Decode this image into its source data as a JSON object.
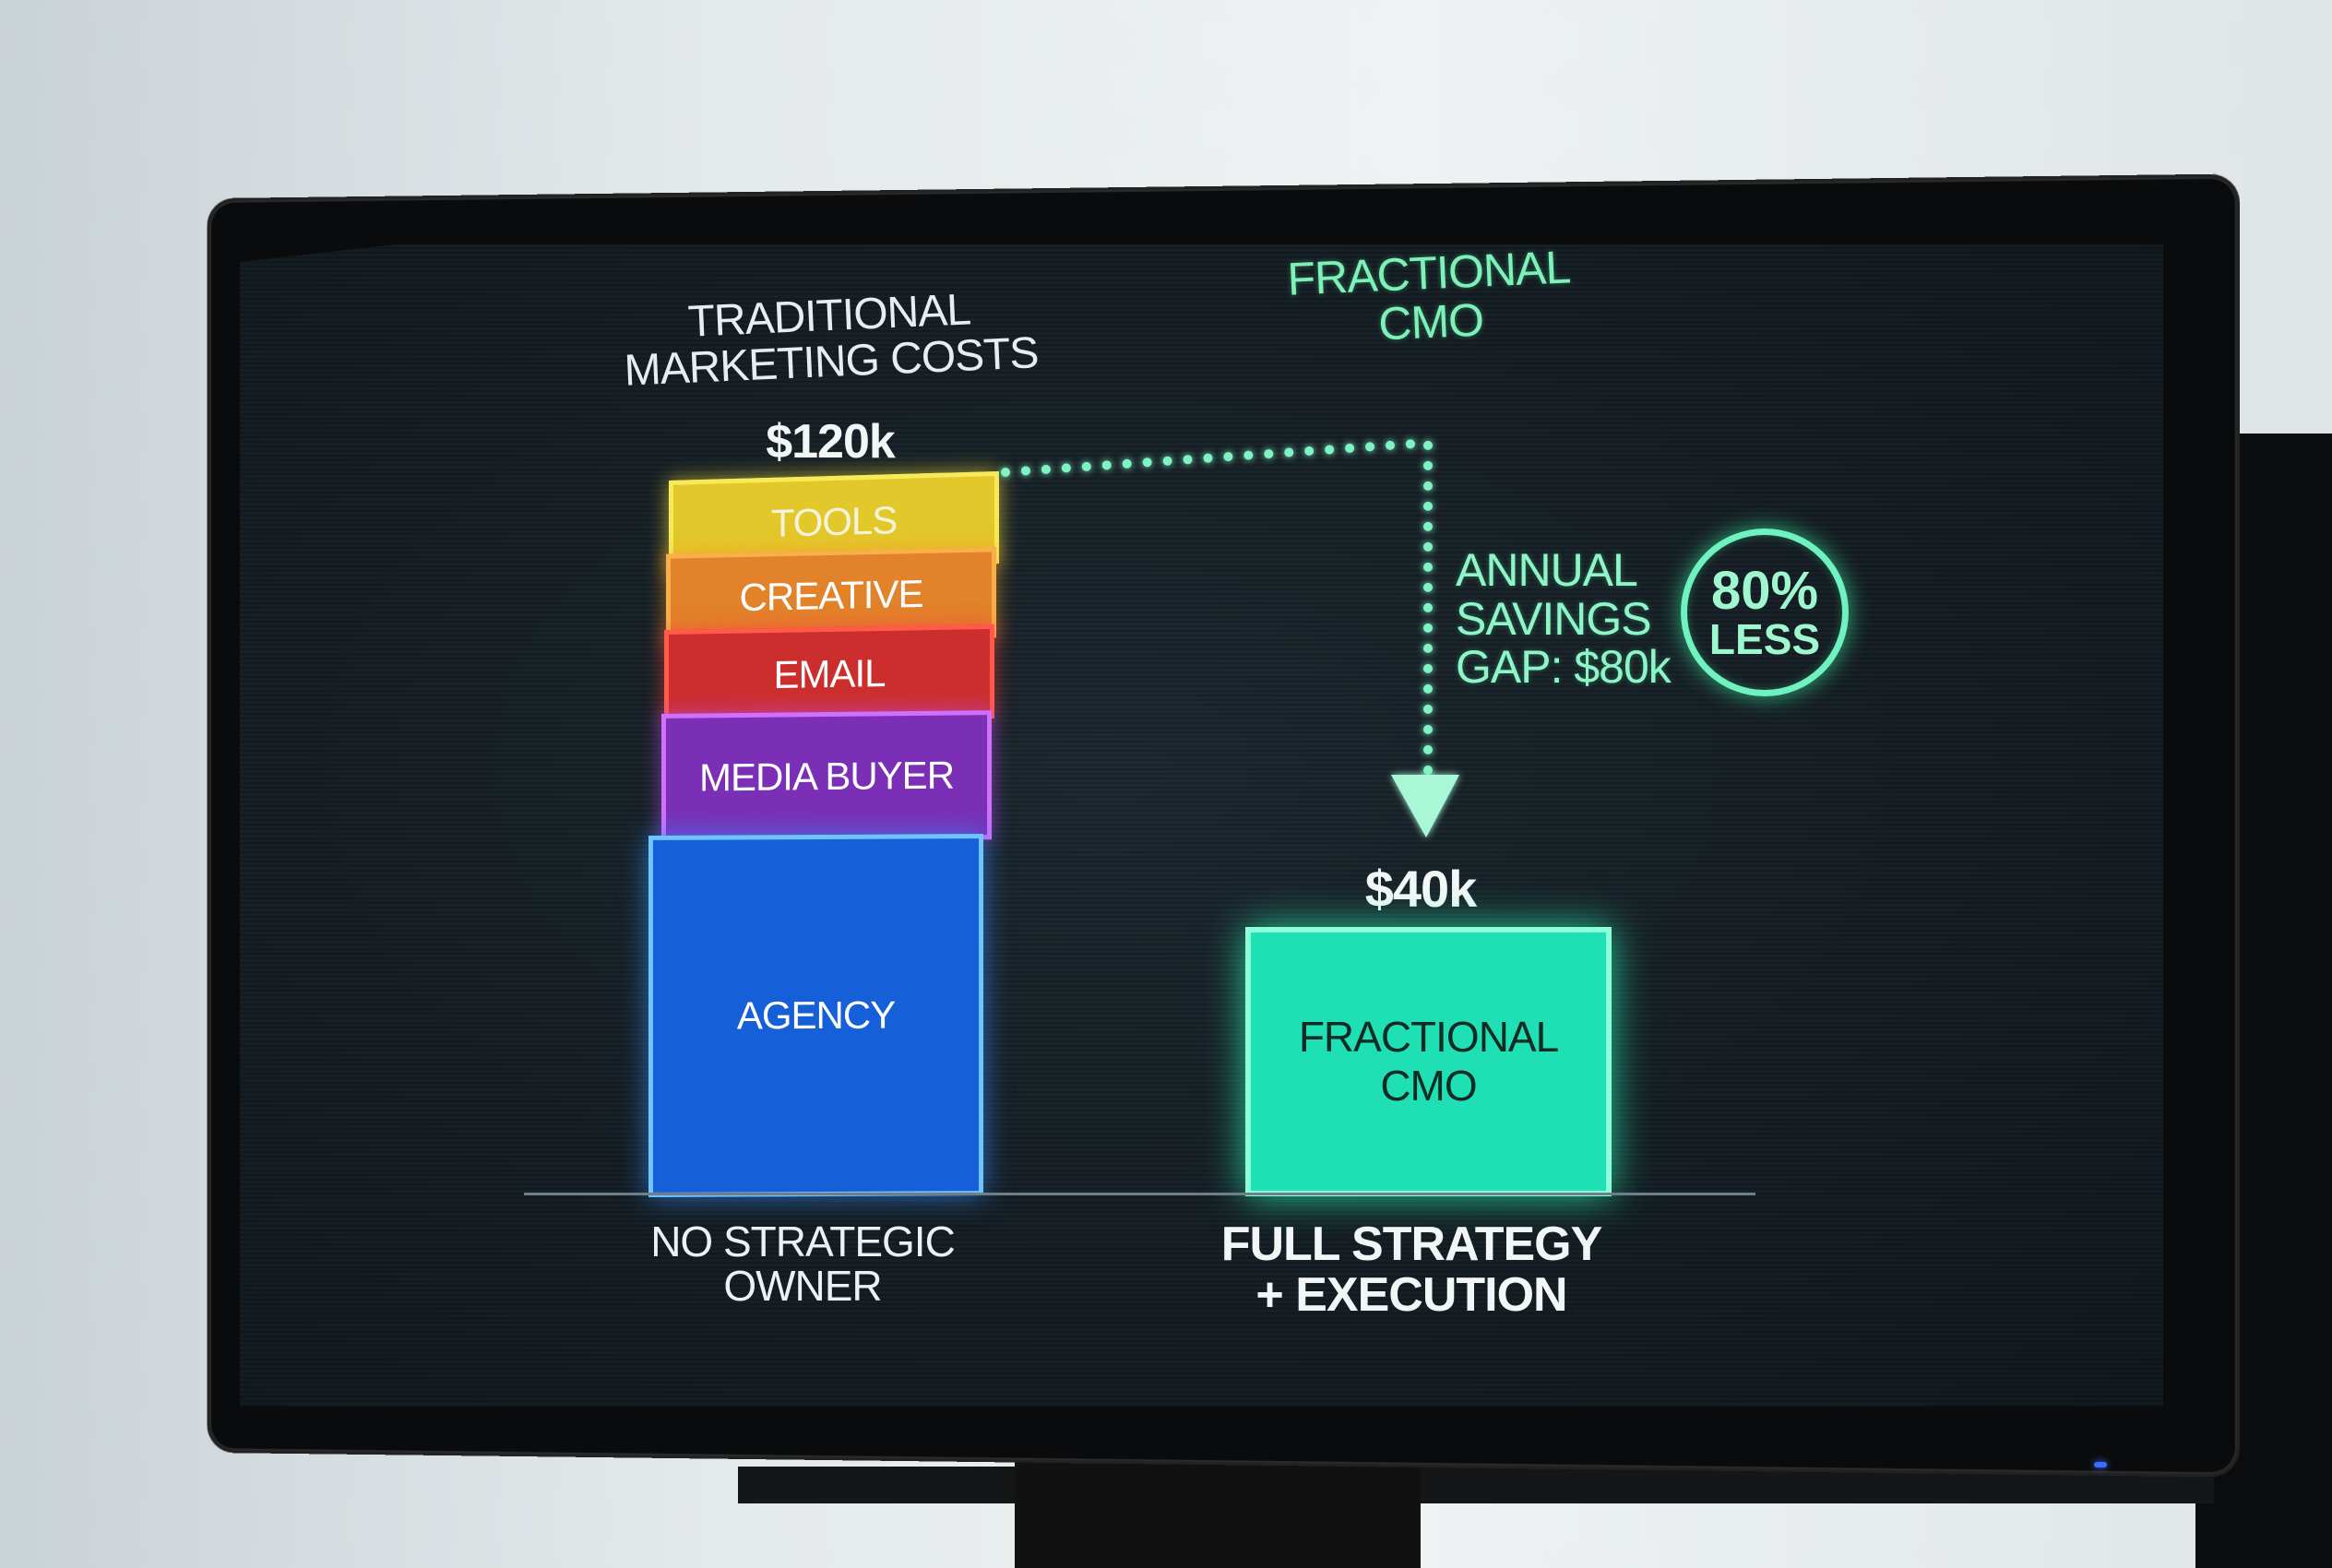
{
  "left_column": {
    "title_line1": "TRADITIONAL",
    "title_line2": "MARKETING COSTS",
    "total": "$120k",
    "segments": [
      {
        "label": "TOOLS",
        "color": "#e2c82a"
      },
      {
        "label": "CREATIVE",
        "color": "#e2822a"
      },
      {
        "label": "EMAIL",
        "color": "#cc2e2e"
      },
      {
        "label": "MEDIA BUYER",
        "color": "#7a2fb6"
      },
      {
        "label": "AGENCY",
        "color": "#1560d8"
      }
    ],
    "caption_line1": "NO STRATEGIC",
    "caption_line2": "OWNER"
  },
  "right_column": {
    "title_line1": "FRACTIONAL",
    "title_line2": "CMO",
    "total": "$40k",
    "bar_label_line1": "FRACTIONAL",
    "bar_label_line2": "CMO",
    "bar_color": "#1fe0b4",
    "caption_line1": "FULL STRATEGY",
    "caption_line2": "+ EXECUTION"
  },
  "savings": {
    "line1": "ANNUAL",
    "line2": "SAVINGS",
    "line3": "GAP: $80k",
    "badge_pct": "80%",
    "badge_text": "LESS",
    "accent": "#6ff2bf"
  },
  "chart_data": {
    "type": "bar",
    "title": "Traditional Marketing Costs vs Fractional CMO",
    "categories": [
      "Traditional Marketing Costs",
      "Fractional CMO"
    ],
    "series": [
      {
        "name": "Agency",
        "values": [
          null,
          null
        ]
      },
      {
        "name": "Media Buyer",
        "values": [
          null,
          null
        ]
      },
      {
        "name": "Email",
        "values": [
          null,
          null
        ]
      },
      {
        "name": "Creative",
        "values": [
          null,
          null
        ]
      },
      {
        "name": "Tools",
        "values": [
          null,
          null
        ]
      },
      {
        "name": "Fractional CMO",
        "values": [
          null,
          40
        ]
      }
    ],
    "totals": [
      120,
      40
    ],
    "unit": "$k",
    "stacked": true,
    "annotations": [
      "ANNUAL SAVINGS GAP: $80k",
      "80% LESS",
      "NO STRATEGIC OWNER",
      "FULL STRATEGY + EXECUTION"
    ],
    "xlabel": "",
    "ylabel": "",
    "grid": false
  }
}
